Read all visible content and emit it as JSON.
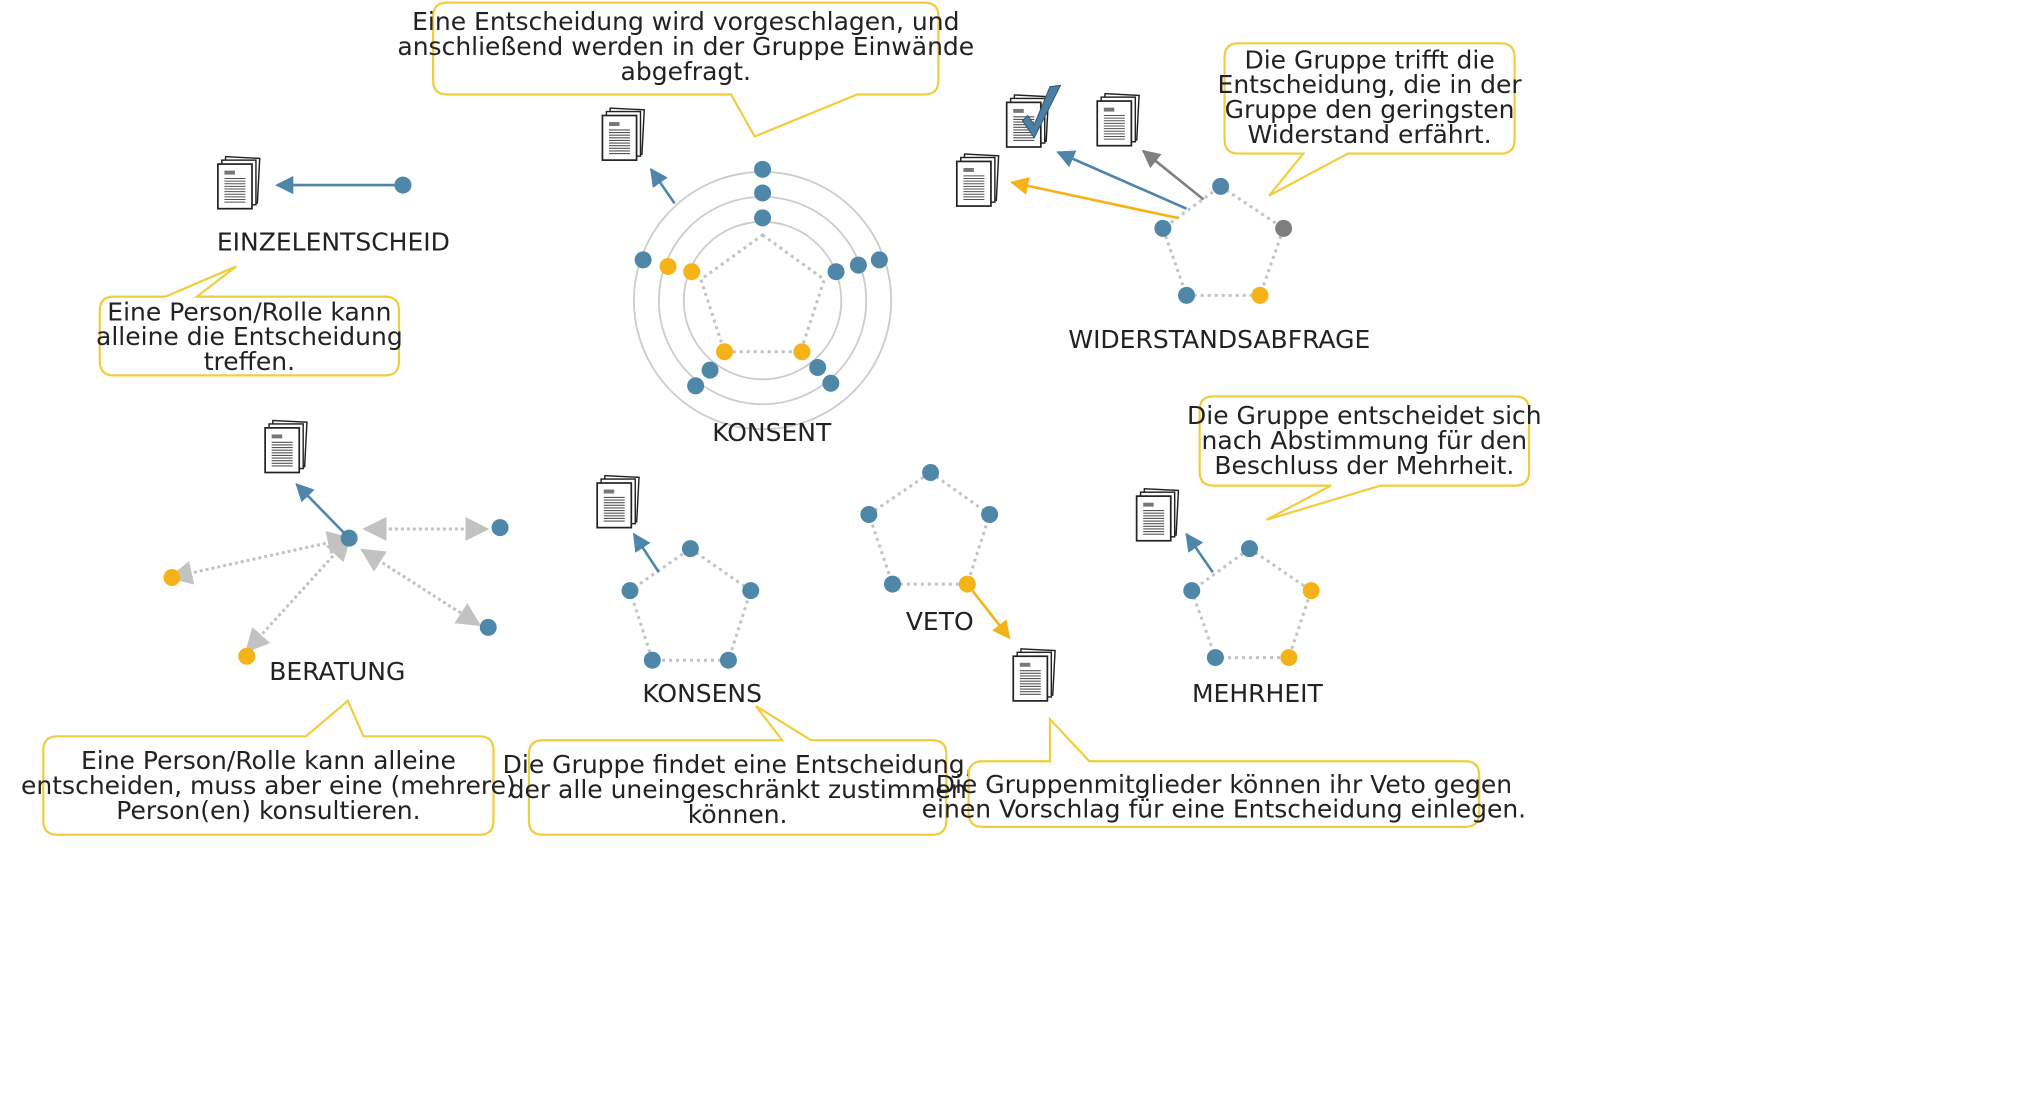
{
  "colors": {
    "blue": "#4f87a8",
    "orange": "#f5b319",
    "gray": "#7f7f7f",
    "dotted": "#c2c2c2",
    "circle": "#cccccc",
    "bubble_border": "#f0cd3c",
    "arrow_blue": "#4d86a8",
    "arrow_orange": "#f5b319",
    "arrow_gray": "#808080",
    "check": "#4c7fa1"
  },
  "icons": {
    "document": "document-stack-icon",
    "check": "checkmark-icon"
  },
  "methods": {
    "einzelentscheid": "EINZELENTSCHEID",
    "konsent": "KONSENT",
    "widerstandsabfrage": "WIDERSTANDSABFRAGE",
    "beratung": "BERATUNG",
    "konsens": "KONSENS",
    "veto": "VETO",
    "mehrheit": "MEHRHEIT"
  },
  "bubbles": {
    "konsent": [
      "Eine Entscheidung wird vorgeschlagen, und",
      "anschließend werden in der Gruppe Einwände",
      "abgefragt."
    ],
    "widerstandsabfrage": [
      "Die Gruppe trifft die",
      "Entscheidung, die in der",
      "Gruppe den geringsten",
      "Widerstand erfährt."
    ],
    "einzelentscheid": [
      "Eine Person/Rolle kann",
      "alleine die Entscheidung",
      "treffen."
    ],
    "mehrheit": [
      "Die Gruppe entscheidet sich",
      "nach Abstimmung für den",
      "Beschluss der Mehrheit."
    ],
    "beratung": [
      "Eine Person/Rolle kann alleine",
      "entscheiden, muss aber eine (mehrere)",
      "Person(en) konsultieren."
    ],
    "konsens": [
      "Die Gruppe findet eine Entscheidung,",
      "der alle uneingeschränkt zustimmen",
      "können."
    ],
    "veto": [
      "Die Gruppenmitglieder können ihr Veto gegen",
      "einen Vorschlag für eine Entscheidung einlegen."
    ]
  }
}
